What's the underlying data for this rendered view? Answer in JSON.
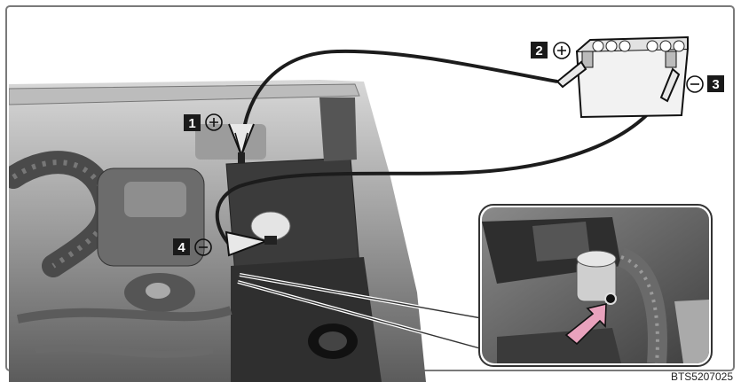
{
  "figure": {
    "code": "BTS5207025",
    "callouts": [
      {
        "number": "1",
        "polarity": "positive",
        "symbol": "plus-circle-icon"
      },
      {
        "number": "2",
        "polarity": "positive",
        "symbol": "plus-circle-icon"
      },
      {
        "number": "3",
        "polarity": "negative",
        "symbol": "minus-circle-icon"
      },
      {
        "number": "4",
        "polarity": "negative",
        "symbol": "minus-circle-icon"
      }
    ],
    "detail_inset": {
      "pointer": "pink-arrow-icon"
    },
    "colors": {
      "frame": "#7a7a7a",
      "photo_bg": "#c8c8c8",
      "engine_dark": "#3a3a3a",
      "cable": "#1c1c1c",
      "badge": "#1a1a1a",
      "arrow": "#e9a2bd"
    }
  }
}
